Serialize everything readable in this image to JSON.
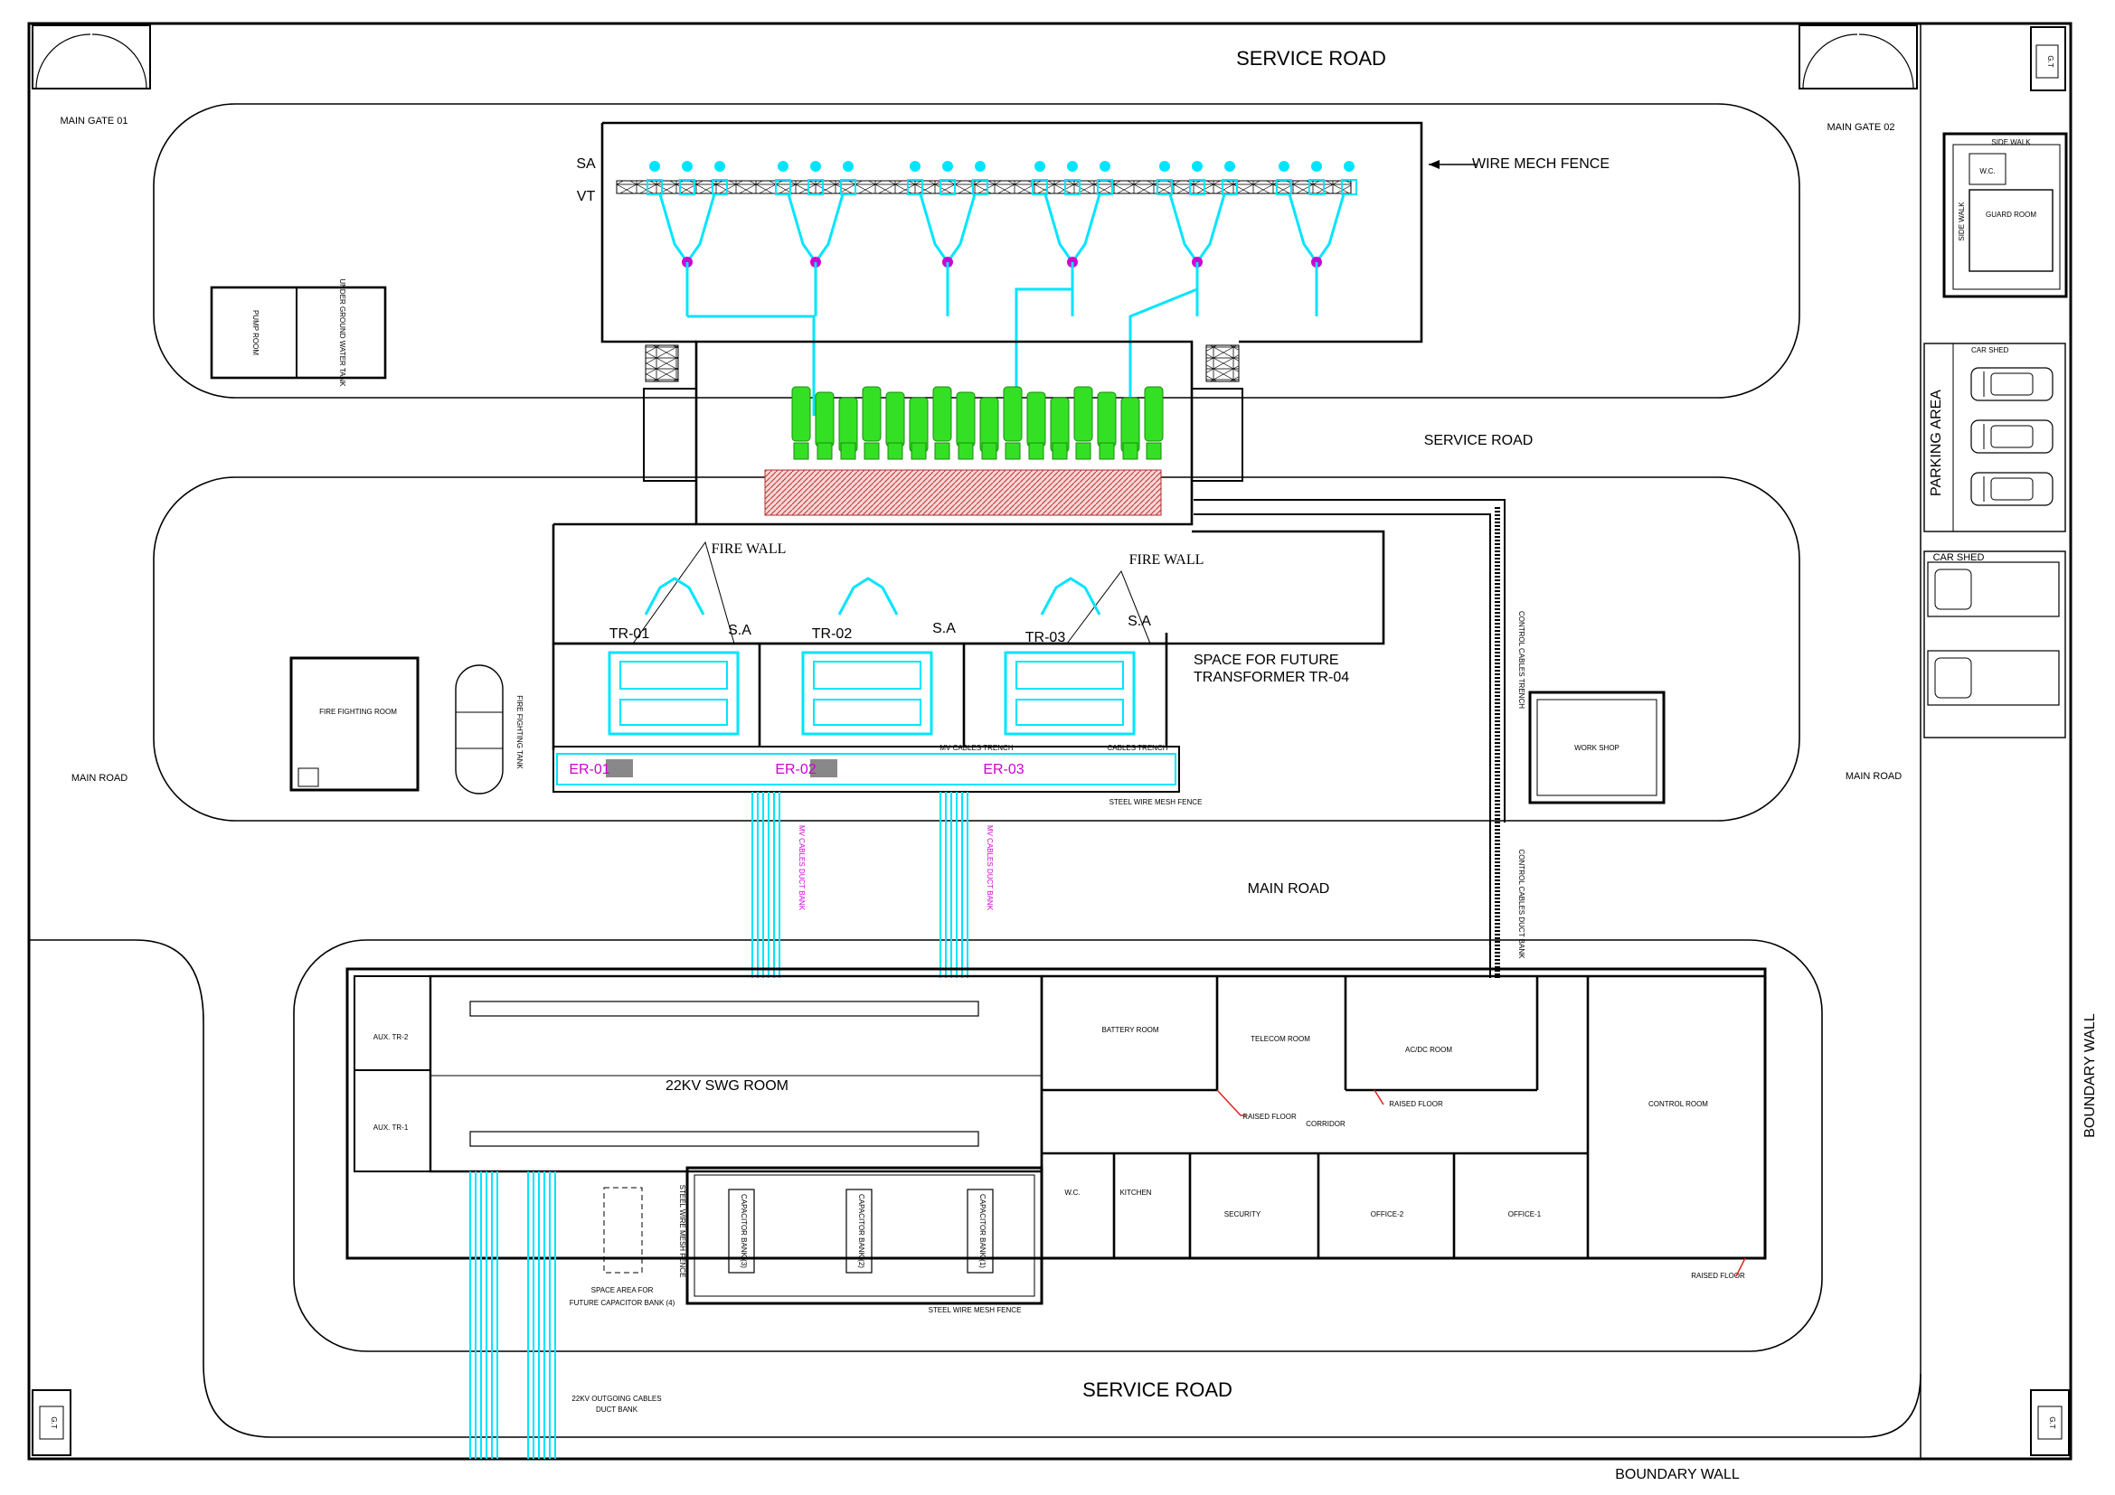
{
  "labels": {
    "service_road_top": "SERVICE ROAD",
    "service_road_mid": "SERVICE ROAD",
    "service_road_bottom": "SERVICE ROAD",
    "main_road_center": "MAIN ROAD",
    "main_road_left": "MAIN ROAD",
    "main_road_right": "MAIN ROAD",
    "main_gate_01": "MAIN GATE 01",
    "main_gate_02": "MAIN GATE 02",
    "boundary_wall_right": "BOUNDARY WALL",
    "boundary_wall_bottom": "BOUNDARY WALL",
    "wire_mesh_fence": "WIRE MECH FENCE",
    "sa": "SA",
    "vt": "VT",
    "fire_wall_1": "FIRE WALL",
    "fire_wall_2": "FIRE WALL",
    "tr01": "TR-01",
    "tr02": "TR-02",
    "tr03": "TR-03",
    "sa_tr1": "S.A",
    "sa_tr2": "S.A",
    "sa_tr3": "S.A",
    "future_tr_1": "SPACE FOR FUTURE",
    "future_tr_2": "TRANSFORMER TR-04",
    "er01": "ER-01",
    "er02": "ER-02",
    "er03": "ER-03",
    "pump_room": "PUMP ROOM",
    "water_tank": "UNDER GROUND WATER TANK",
    "fire_fighting_room": "FIRE FIGHTING ROOM",
    "fire_tank": "FIRE FIGHTING TANK",
    "workshop": "WORK SHOP",
    "guard_room": "GUARD ROOM",
    "wc_guard": "W.C.",
    "side_walk_top": "SIDE WALK",
    "side_walk_side": "SIDE WALK",
    "car_shed_top": "CAR SHED",
    "car_shed_mid": "CAR SHED",
    "parking_area": "PARKING AREA",
    "gt": "G.T",
    "control_cable_trench": "CONTROL CABLES TRENCH",
    "control_cable_duct": "CONTROL CABLES DUCT BANK",
    "mv_duct_1": "MV CABLES DUCT BANK",
    "mv_duct_2": "MV CABLES DUCT BANK",
    "swg_room": "22KV SWG ROOM",
    "aux_tr2": "AUX. TR-2",
    "aux_tr1": "AUX. TR-1",
    "battery_room": "BATTERY ROOM",
    "telecom_room": "TELECOM ROOM",
    "acdc_room": "AC/DC ROOM",
    "control_room": "CONTROL ROOM",
    "raised_floor": "RAISED FLOOR",
    "raised_floor_small_1": "RAISED FLOOR",
    "raised_floor_small_2": "RAISED FLOOR",
    "corridor": "CORRIDOR",
    "wc": "W.C.",
    "kitchen": "KITCHEN",
    "security": "SECURITY",
    "office2": "OFFICE-2",
    "office1": "OFFICE-1",
    "cap_bank_3": "CAPACITOR BANK (3)",
    "cap_bank_2": "CAPACITOR BANK (2)",
    "cap_bank_1": "CAPACITOR BANK (1)",
    "future_cap_1": "SPACE AREA FOR",
    "future_cap_2": "FUTURE CAPACITOR BANK (4)",
    "steel_fence_cap": "STEEL WIRE MESH FENCE",
    "steel_fence_cap_side": "STEEL WIRE MESH FENCE",
    "steel_fence_er": "STEEL WIRE MESH FENCE",
    "outgoing_1": "22KV OUTGOING CABLES",
    "outgoing_2": "DUCT BANK",
    "mv_trench_1": "MV CABLES TRENCH",
    "mv_trench_2": "CABLES TRENCH"
  }
}
